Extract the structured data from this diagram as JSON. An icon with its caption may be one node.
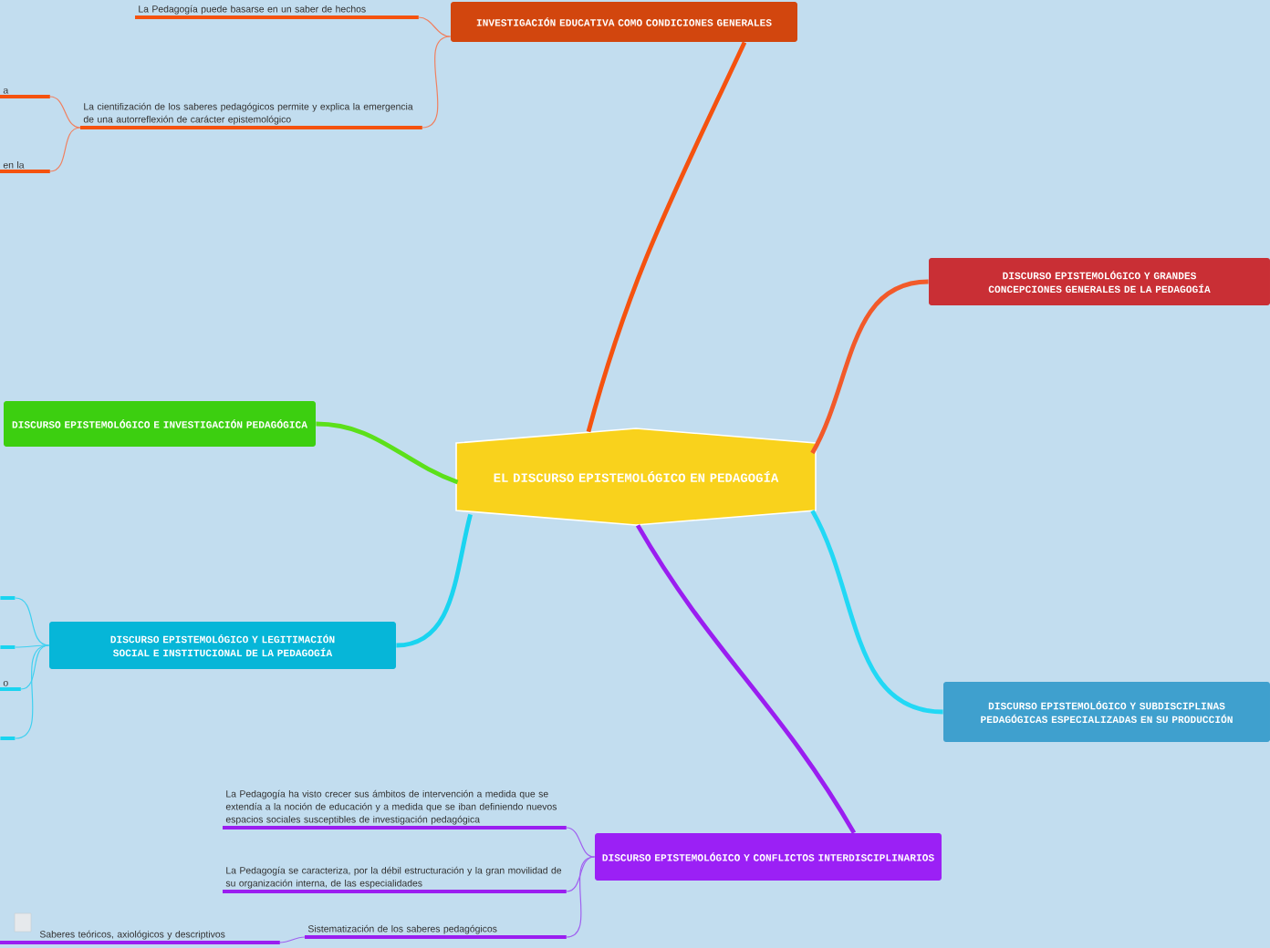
{
  "diagram": {
    "nodes": [
      {
        "text": [
          "EL DISCURSO EPISTEMOLÓGICO EN PEDAGOGÍA"
        ]
      },
      {
        "text": [
          "INVESTIGACIÓN EDUCATIVA COMO CONDICIONES GENERALES"
        ]
      },
      {
        "text": [
          "La Pedagogía puede basarse en un saber de hechos"
        ]
      },
      {
        "text": [
          "La cientifización de los saberes pedagógicos permite y explica la emergencia de una autorreflexión de carácter epistemológico"
        ]
      },
      {
        "text": [
          "a"
        ]
      },
      {
        "text": [
          "en la"
        ]
      },
      {
        "text": [
          "DISCURSO EPISTEMOLÓGICO Y GRANDES CONCEPCIONES GENERALES DE LA PEDAGOGÍA"
        ]
      },
      {
        "text": [
          "DISCURSO EPISTEMOLÓGICO E INVESTIGACIÓN PEDAGÓGICA"
        ]
      },
      {
        "text": [
          "DISCURSO EPISTEMOLÓGICO Y LEGITIMACIÓN SOCIAL E INSTITUCIONAL DE LA PEDAGOGÍA"
        ]
      },
      {
        "text": [],
        "shape": "bar"
      },
      {
        "text": [],
        "shape": "bar"
      },
      {
        "text": [
          "o"
        ]
      },
      {
        "text": [],
        "shape": "bar"
      },
      {
        "text": [
          "DISCURSO EPISTEMOLÓGICO Y SUBDISCIPLINAS PEDAGÓGICAS ESPECIALIZADAS EN SU PRODUCCIÓN"
        ]
      },
      {
        "text": [
          "DISCURSO EPISTEMOLÓGICO Y CONFLICTOS INTERDISCIPLINARIOS"
        ]
      },
      {
        "text": [
          "La Pedagogía ha visto crecer sus ámbitos de intervención a medida que se extendía a la noción de educación y a medida que se iban definiendo nuevos espacios sociales susceptibles de investigación pedagógica"
        ]
      },
      {
        "text": [
          "La Pedagogía se caracteriza, por la débil estructuración y la gran movilidad de su organización interna, de las especialidades"
        ]
      },
      {
        "text": [
          "Sistematización de los saberes pedagógicos"
        ]
      },
      {
        "text": [
          "Saberes teóricos, axiológicos y descriptivos"
        ]
      }
    ],
    "edges": [
      {
        "from": 0,
        "to": 1,
        "arrow": "none",
        "style": "thick",
        "color": "#f5520f"
      },
      {
        "from": 0,
        "to": 6,
        "arrow": "none",
        "style": "thick",
        "color": "#f25a2a"
      },
      {
        "from": 0,
        "to": 7,
        "arrow": "none",
        "style": "thick",
        "color": "#5ce01a"
      },
      {
        "from": 0,
        "to": 8,
        "arrow": "none",
        "style": "thick",
        "color": "#1ad4f0"
      },
      {
        "from": 0,
        "to": 13,
        "arrow": "none",
        "style": "thick",
        "color": "#22d8f5"
      },
      {
        "from": 0,
        "to": 14,
        "arrow": "none",
        "style": "thick",
        "color": "#9a1ef0"
      },
      {
        "from": 1,
        "to": 2,
        "arrow": "none",
        "color": "#f08060"
      },
      {
        "from": 1,
        "to": 3,
        "arrow": "none",
        "color": "#f08060"
      },
      {
        "from": 3,
        "to": 4,
        "arrow": "none",
        "color": "#f08060"
      },
      {
        "from": 3,
        "to": 5,
        "arrow": "none",
        "color": "#f08060"
      },
      {
        "from": 8,
        "to": 9,
        "arrow": "none",
        "color": "#40d0f0"
      },
      {
        "from": 8,
        "to": 10,
        "arrow": "none",
        "color": "#40d0f0"
      },
      {
        "from": 8,
        "to": 11,
        "arrow": "none",
        "color": "#40d0f0"
      },
      {
        "from": 8,
        "to": 12,
        "arrow": "none",
        "color": "#40d0f0"
      },
      {
        "from": 14,
        "to": 15,
        "arrow": "none",
        "color": "#a060f0"
      },
      {
        "from": 14,
        "to": 16,
        "arrow": "none",
        "color": "#a060f0"
      },
      {
        "from": 14,
        "to": 17,
        "arrow": "none",
        "color": "#a060f0"
      },
      {
        "from": 17,
        "to": 18,
        "arrow": "none",
        "color": "#a060f0"
      }
    ]
  }
}
